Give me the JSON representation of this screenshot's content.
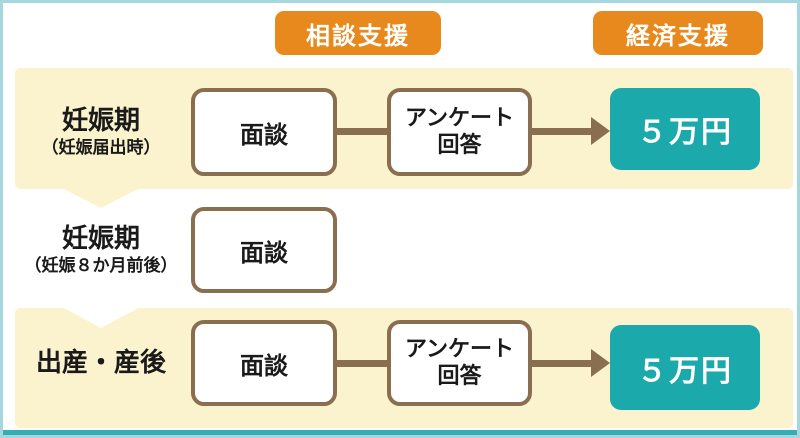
{
  "page": {
    "columns": {
      "consult_support": "相談支援",
      "economic_support": "経済支援"
    },
    "rows": [
      {
        "id": "pregnancy-notification",
        "title": "妊娠期",
        "subtitle": "（妊娠届出時）",
        "interview": "面談",
        "survey_line1": "アンケート",
        "survey_line2": "回答",
        "payment": "５万円"
      },
      {
        "id": "pregnancy-around-8-months",
        "title": "妊娠期",
        "subtitle": "（妊娠８か月前後）",
        "interview": "面談"
      },
      {
        "id": "birth-postpartum",
        "title": "出産・産後",
        "interview": "面談",
        "survey_line1": "アンケート",
        "survey_line2": "回答",
        "payment": "５万円"
      }
    ],
    "colors": {
      "header_orange": "#e7891d",
      "band_yellow": "#faf3ce",
      "box_border_brown": "#8a6e50",
      "payment_teal": "#1ca9ac",
      "frame_blue": "#a6d6de",
      "bottom_bar_teal": "#35adb5",
      "text_black": "#1a1a1a",
      "text_white": "#ffffff"
    }
  }
}
